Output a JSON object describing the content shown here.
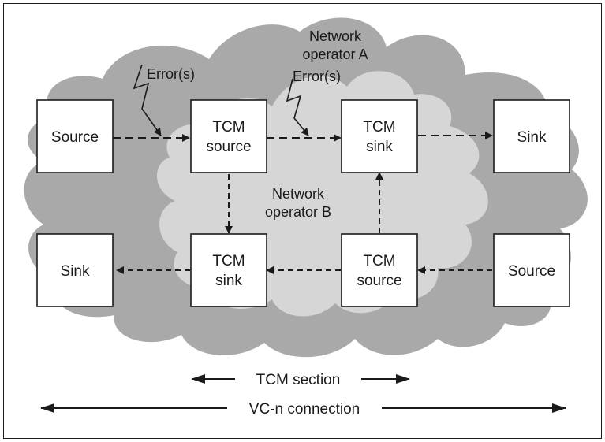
{
  "colors": {
    "frame": "#1a1a1a",
    "cloud_outer": "#a9a9a9",
    "cloud_inner": "#d6d6d6",
    "box_fill": "#ffffff",
    "line": "#1a1a1a"
  },
  "clouds": {
    "outer_label_line1": "Network",
    "outer_label_line2": "operator A",
    "inner_label_line1": "Network",
    "inner_label_line2": "operator B"
  },
  "boxes": {
    "source_left": {
      "lines": [
        "Source"
      ]
    },
    "tcm_source_top": {
      "lines": [
        "TCM",
        "source"
      ]
    },
    "tcm_sink_top": {
      "lines": [
        "TCM",
        "sink"
      ]
    },
    "sink_right": {
      "lines": [
        "Sink"
      ]
    },
    "sink_left": {
      "lines": [
        "Sink"
      ]
    },
    "tcm_sink_bottom": {
      "lines": [
        "TCM",
        "sink"
      ]
    },
    "tcm_source_bottom": {
      "lines": [
        "TCM",
        "source"
      ]
    },
    "source_right": {
      "lines": [
        "Source"
      ]
    }
  },
  "errors": {
    "first": "Error(s)",
    "second": "Error(s)"
  },
  "spans": {
    "tcm_section": "TCM section",
    "vcn_connection": "VC-n connection"
  }
}
